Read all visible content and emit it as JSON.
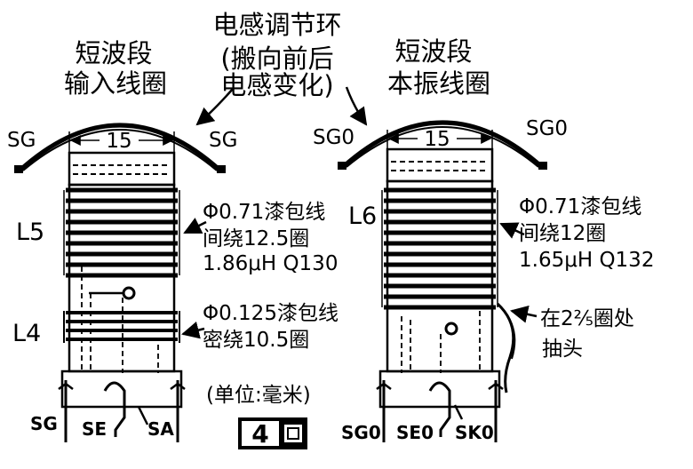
{
  "title_center": [
    "电感调节环",
    "(搬向前后",
    "电感变化)"
  ],
  "left_coil": {
    "title": [
      "短波段",
      "输入线圈"
    ],
    "ring_label_left": "SG",
    "ring_label_right": "SG",
    "dim": "15",
    "coil_upper_label": "L5",
    "coil_upper_note": [
      "Φ0.71漆包线",
      "间绕12.5圈",
      "1.86μH Q130"
    ],
    "coil_lower_label": "L4",
    "coil_lower_note": [
      "Φ0.125漆包线",
      "密绕10.5圈"
    ],
    "pins": [
      "SG",
      "SE",
      "SA"
    ]
  },
  "right_coil": {
    "title": [
      "短波段",
      "本振线圈"
    ],
    "ring_label_left": "SG0",
    "ring_label_right": "SG0",
    "dim": "15",
    "coil_label": "L6",
    "coil_note": [
      "Φ0.71漆包线",
      "间绕12圈",
      "1.65μH Q132"
    ],
    "tap_note": [
      "在2⅖圈处",
      "抽头"
    ],
    "pins": [
      "SG0",
      "SE0",
      "SK0"
    ]
  },
  "unit_note": "(单位:毫米)",
  "figure_number": "4"
}
